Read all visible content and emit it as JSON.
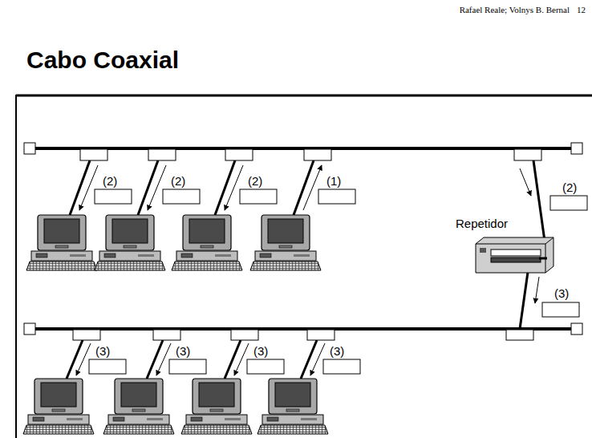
{
  "diagram": {
    "title": "Cabo Coaxial",
    "nodes": [
      {
        "text": [
          "Repetidor"
        ]
      }
    ],
    "labels": [
      "Rafael Reale; Volnys B. Bernal",
      "12",
      "(2)",
      "(2)",
      "(2)",
      "(1)",
      "(2)",
      "(3)",
      "(3)",
      "(3)",
      "(3)",
      "(3)"
    ]
  }
}
